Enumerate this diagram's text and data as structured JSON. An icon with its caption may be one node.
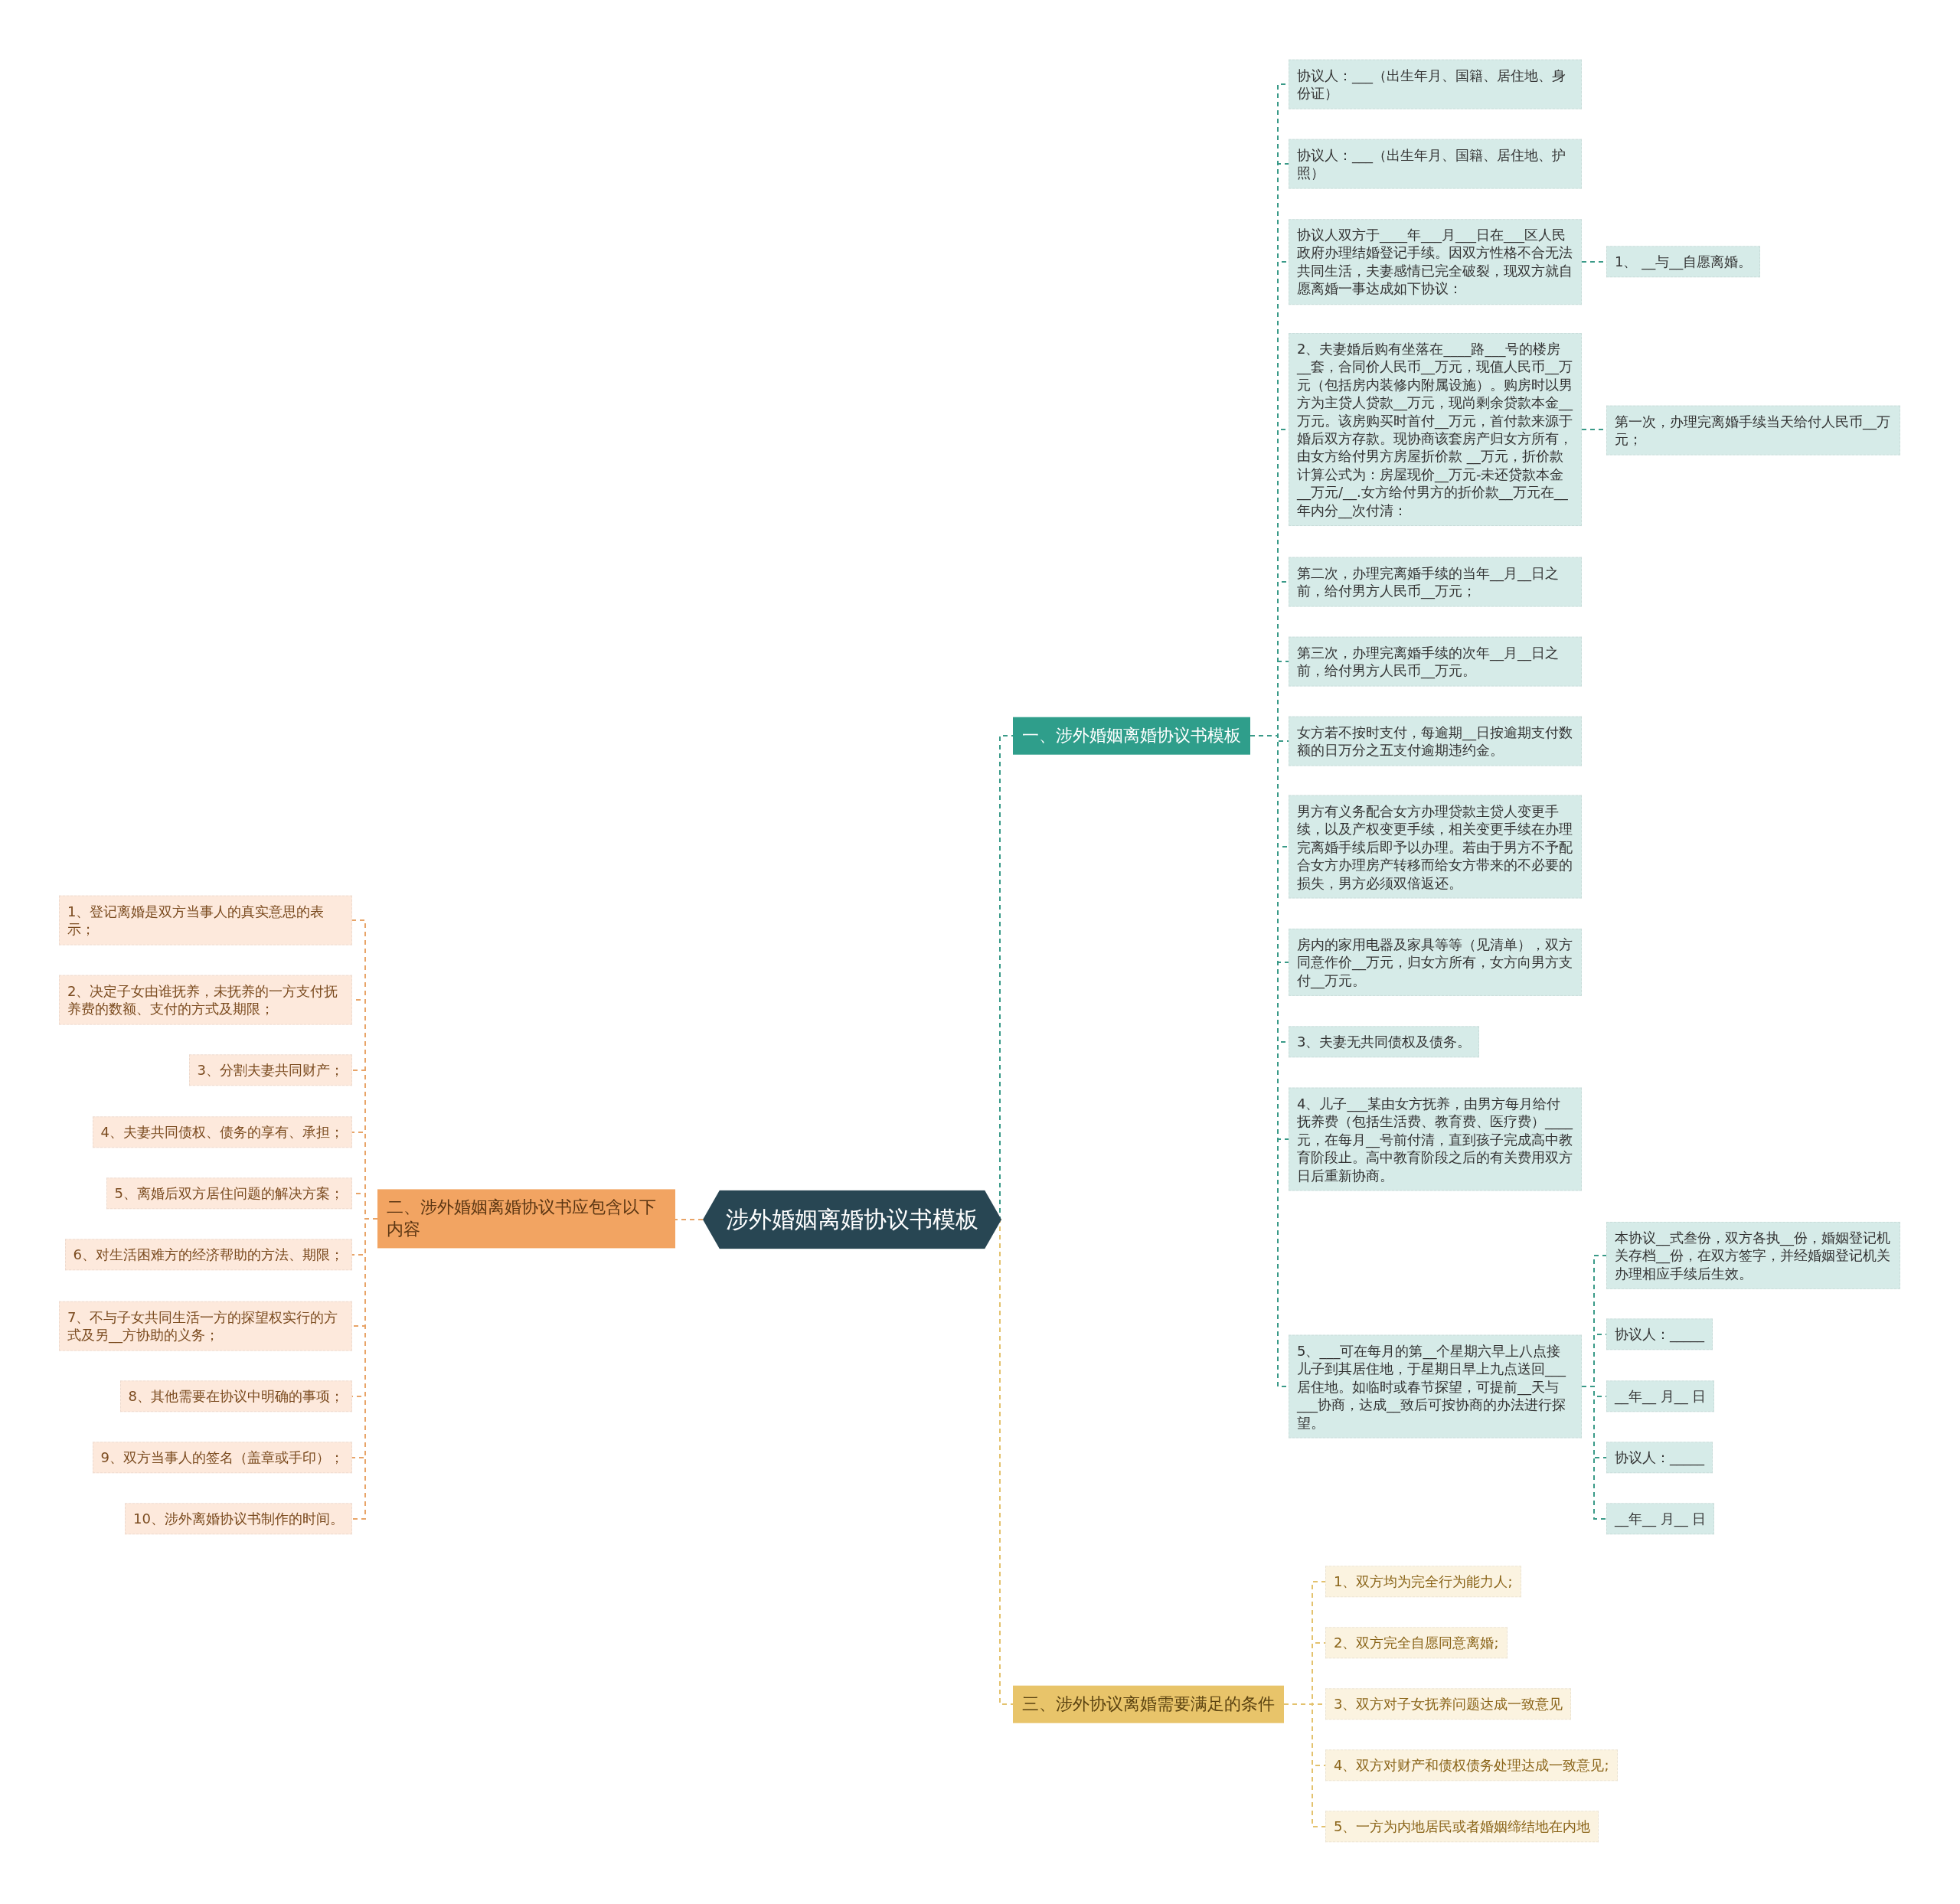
{
  "diagram": {
    "nodes": [
      {
        "text": [
          "涉外婚姻离婚协议书模板"
        ]
      },
      {
        "text": [
          "一、涉外婚姻离婚协议书模板"
        ]
      },
      {
        "text": [
          "协议人：___（出生年月、国籍、居住地、身份证）"
        ]
      },
      {
        "text": [
          "协议人：___（出生年月、国籍、居住地、护照）"
        ]
      },
      {
        "text": [
          "协议人双方于____年___月___日在___区人民政府办理结婚登记手续。因双方性格不合无法共同生活，夫妻感情已完全破裂，现双方就自愿离婚一事达成如下协议："
        ]
      },
      {
        "text": [
          "1、 __与__自愿离婚。"
        ]
      },
      {
        "text": [
          "2、夫妻婚后购有坐落在____路___号的楼房__套，合同价人民币__万元，现值人民币__万元（包括房内装修内附属设施）。购房时以男方为主贷人贷款__万元，现尚剩余贷款本金__万元。该房购买时首付__万元，首付款来源于婚后双方存款。现协商该套房产归女方所有，由女方给付男方房屋折价款 __万元，折价款计算公式为：房屋现价__万元-未还贷款本金__万元/__.女方给付男方的折价款__万元在__年内分__次付清："
        ]
      },
      {
        "text": [
          "第一次，办理完离婚手续当天给付人民币__万元；"
        ]
      },
      {
        "text": [
          "第二次，办理完离婚手续的当年__月__日之前，给付男方人民币__万元；"
        ]
      },
      {
        "text": [
          "第三次，办理完离婚手续的次年__月__日之前，给付男方人民币__万元。"
        ]
      },
      {
        "text": [
          "女方若不按时支付，每逾期__日按逾期支付数额的日万分之五支付逾期违约金。"
        ]
      },
      {
        "text": [
          "男方有义务配合女方办理贷款主贷人变更手续，以及产权变更手续，相关变更手续在办理完离婚手续后即予以办理。若由于男方不予配合女方办理房产转移而给女方带来的不必要的损失，男方必须双倍返还。"
        ]
      },
      {
        "text": [
          "房内的家用电器及家具等等（见清单），双方同意作价__万元，归女方所有，女方向男方支付__万元。"
        ]
      },
      {
        "text": [
          "3、夫妻无共同债权及债务。"
        ]
      },
      {
        "text": [
          "4、儿子___某由女方抚养，由男方每月给付抚养费（包括生活费、教育费、医疗费）____元，在每月__号前付清，直到孩子完成高中教育阶段止。高中教育阶段之后的有关费用双方日后重新协商。"
        ]
      },
      {
        "text": [
          "5、___可在每月的第__个星期六早上八点接儿子到其居住地，于星期日早上九点送回___居住地。如临时或春节探望，可提前__天与___协商，达成__致后可按协商的办法进行探望。"
        ]
      },
      {
        "text": [
          "本协议__式叁份，双方各执__份，婚姻登记机关存档__份，在双方签字，并经婚姻登记机关办理相应手续后生效。"
        ]
      },
      {
        "text": [
          "协议人：_____"
        ]
      },
      {
        "text": [
          "__年__ 月__ 日"
        ]
      },
      {
        "text": [
          "协议人：_____"
        ]
      },
      {
        "text": [
          "__年__ 月__ 日"
        ]
      },
      {
        "text": [
          "二、涉外婚姻离婚协议书应包含以下内容"
        ]
      },
      {
        "text": [
          "1、登记离婚是双方当事人的真实意思的表示；"
        ]
      },
      {
        "text": [
          "2、决定子女由谁抚养，未抚养的一方支付抚养费的数额、支付的方式及期限；"
        ]
      },
      {
        "text": [
          "3、分割夫妻共同财产；"
        ]
      },
      {
        "text": [
          "4、夫妻共同债权、债务的享有、承担；"
        ]
      },
      {
        "text": [
          "5、离婚后双方居住问题的解决方案；"
        ]
      },
      {
        "text": [
          "6、对生活困难方的经济帮助的方法、期限；"
        ]
      },
      {
        "text": [
          "7、不与子女共同生活一方的探望权实行的方式及另__方协助的义务；"
        ]
      },
      {
        "text": [
          "8、其他需要在协议中明确的事项；"
        ]
      },
      {
        "text": [
          "9、双方当事人的签名（盖章或手印）；"
        ]
      },
      {
        "text": [
          "10、涉外离婚协议书制作的时间。"
        ]
      },
      {
        "text": [
          "三、涉外协议离婚需要满足的条件"
        ]
      },
      {
        "text": [
          "1、双方均为完全行为能力人;"
        ]
      },
      {
        "text": [
          "2、双方完全自愿同意离婚;"
        ]
      },
      {
        "text": [
          "3、双方对子女抚养问题达成一致意见"
        ]
      },
      {
        "text": [
          "4、双方对财产和债权债务处理达成一致意见;"
        ]
      },
      {
        "text": [
          "5、一方为内地居民或者婚姻缔结地在内地"
        ]
      }
    ],
    "edges": [
      {
        "from": 0,
        "to": 1,
        "arrow": "none",
        "style": "dashed"
      },
      {
        "from": 1,
        "to": 2,
        "arrow": "none",
        "style": "dashed"
      },
      {
        "from": 1,
        "to": 3,
        "arrow": "none",
        "style": "dashed"
      },
      {
        "from": 1,
        "to": 4,
        "arrow": "none",
        "style": "dashed"
      },
      {
        "from": 4,
        "to": 5,
        "arrow": "none",
        "style": "dashed"
      },
      {
        "from": 1,
        "to": 6,
        "arrow": "none",
        "style": "dashed"
      },
      {
        "from": 6,
        "to": 7,
        "arrow": "none",
        "style": "dashed"
      },
      {
        "from": 1,
        "to": 8,
        "arrow": "none",
        "style": "dashed"
      },
      {
        "from": 1,
        "to": 9,
        "arrow": "none",
        "style": "dashed"
      },
      {
        "from": 1,
        "to": 10,
        "arrow": "none",
        "style": "dashed"
      },
      {
        "from": 1,
        "to": 11,
        "arrow": "none",
        "style": "dashed"
      },
      {
        "from": 1,
        "to": 12,
        "arrow": "none",
        "style": "dashed"
      },
      {
        "from": 1,
        "to": 13,
        "arrow": "none",
        "style": "dashed"
      },
      {
        "from": 1,
        "to": 14,
        "arrow": "none",
        "style": "dashed"
      },
      {
        "from": 1,
        "to": 15,
        "arrow": "none",
        "style": "dashed"
      },
      {
        "from": 15,
        "to": 16,
        "arrow": "none",
        "style": "dashed"
      },
      {
        "from": 15,
        "to": 17,
        "arrow": "none",
        "style": "dashed"
      },
      {
        "from": 15,
        "to": 18,
        "arrow": "none",
        "style": "dashed"
      },
      {
        "from": 15,
        "to": 19,
        "arrow": "none",
        "style": "dashed"
      },
      {
        "from": 15,
        "to": 20,
        "arrow": "none",
        "style": "dashed"
      },
      {
        "from": 0,
        "to": 21,
        "arrow": "none",
        "style": "dashed",
        "color": "#e8a468"
      },
      {
        "from": 21,
        "to": 22,
        "arrow": "none",
        "style": "dashed",
        "color": "#e8a468"
      },
      {
        "from": 21,
        "to": 23,
        "arrow": "none",
        "style": "dashed",
        "color": "#e8a468"
      },
      {
        "from": 21,
        "to": 24,
        "arrow": "none",
        "style": "dashed",
        "color": "#e8a468"
      },
      {
        "from": 21,
        "to": 25,
        "arrow": "none",
        "style": "dashed",
        "color": "#e8a468"
      },
      {
        "from": 21,
        "to": 26,
        "arrow": "none",
        "style": "dashed",
        "color": "#e8a468"
      },
      {
        "from": 21,
        "to": 27,
        "arrow": "none",
        "style": "dashed",
        "color": "#e8a468"
      },
      {
        "from": 21,
        "to": 28,
        "arrow": "none",
        "style": "dashed",
        "color": "#e8a468"
      },
      {
        "from": 21,
        "to": 29,
        "arrow": "none",
        "style": "dashed",
        "color": "#e8a468"
      },
      {
        "from": 21,
        "to": 30,
        "arrow": "none",
        "style": "dashed",
        "color": "#e8a468"
      },
      {
        "from": 21,
        "to": 31,
        "arrow": "none",
        "style": "dashed",
        "color": "#e8a468"
      },
      {
        "from": 0,
        "to": 32,
        "arrow": "none",
        "style": "dashed",
        "color": "#e3c26e"
      },
      {
        "from": 32,
        "to": 33,
        "arrow": "none",
        "style": "dashed",
        "color": "#e3c26e"
      },
      {
        "from": 32,
        "to": 34,
        "arrow": "none",
        "style": "dashed",
        "color": "#e3c26e"
      },
      {
        "from": 32,
        "to": 35,
        "arrow": "none",
        "style": "dashed",
        "color": "#e3c26e"
      },
      {
        "from": 32,
        "to": 36,
        "arrow": "none",
        "style": "dashed",
        "color": "#e3c26e"
      },
      {
        "from": 32,
        "to": 37,
        "arrow": "none",
        "style": "dashed",
        "color": "#e3c26e"
      }
    ]
  }
}
